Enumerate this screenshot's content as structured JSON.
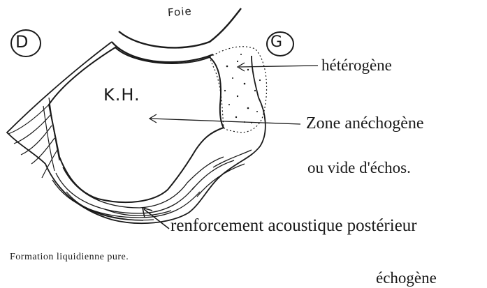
{
  "labels": {
    "foie": "Foie",
    "kh": "K.H.",
    "droite": "D",
    "gauche": "G",
    "heterogene": "hétérogène",
    "zone": "Zone anéchogène",
    "vide": "ou vide d'échos.",
    "renforcement": "renforcement acoustique postérieur",
    "echogene": "échogène",
    "caption": "Formation liquidienne pure."
  },
  "colors": {
    "ink": "#1a1a1a",
    "paper": "#ffffff"
  }
}
